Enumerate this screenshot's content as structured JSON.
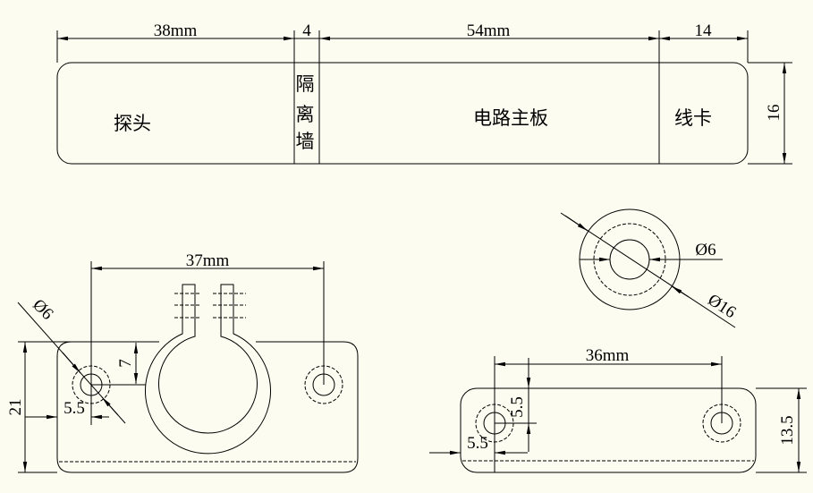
{
  "top_view": {
    "dims": {
      "probe": "38mm",
      "wall": "4",
      "board": "54mm",
      "clip": "14",
      "height": "16"
    },
    "sections": {
      "probe": "探头",
      "wall_chars": [
        "隔",
        "离",
        "墙"
      ],
      "board": "电路主板",
      "clip": "线卡"
    }
  },
  "clamp_view": {
    "span": "37mm",
    "height": "21",
    "offset_v": "7",
    "offset_h": "5.5",
    "hole_dia": "Ø6"
  },
  "washer_view": {
    "inner_dia": "Ø6",
    "outer_dia": "Ø16"
  },
  "base_view": {
    "span": "36mm",
    "offset_v": "5.5",
    "offset_h": "5.5",
    "height": "13.5"
  }
}
